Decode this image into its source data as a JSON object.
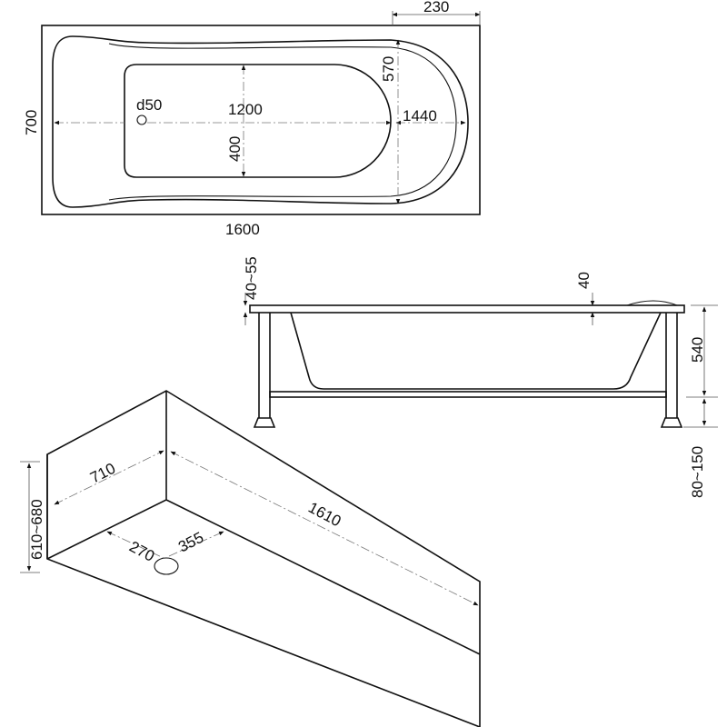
{
  "top_view": {
    "drain_label": "d50",
    "inner_length": "1200",
    "inner_width": "400",
    "length_1440": "1440",
    "depth_570": "570",
    "offset_230": "230",
    "overall_width": "700",
    "overall_length": "1600"
  },
  "side_view": {
    "rim_thickness": "40~55",
    "top_40": "40",
    "height_540": "540",
    "leg_range": "80~150"
  },
  "iso_view": {
    "width": "710",
    "length": "1610",
    "height_range": "610~680",
    "drain_offset_1": "270",
    "drain_offset_2": "355"
  }
}
